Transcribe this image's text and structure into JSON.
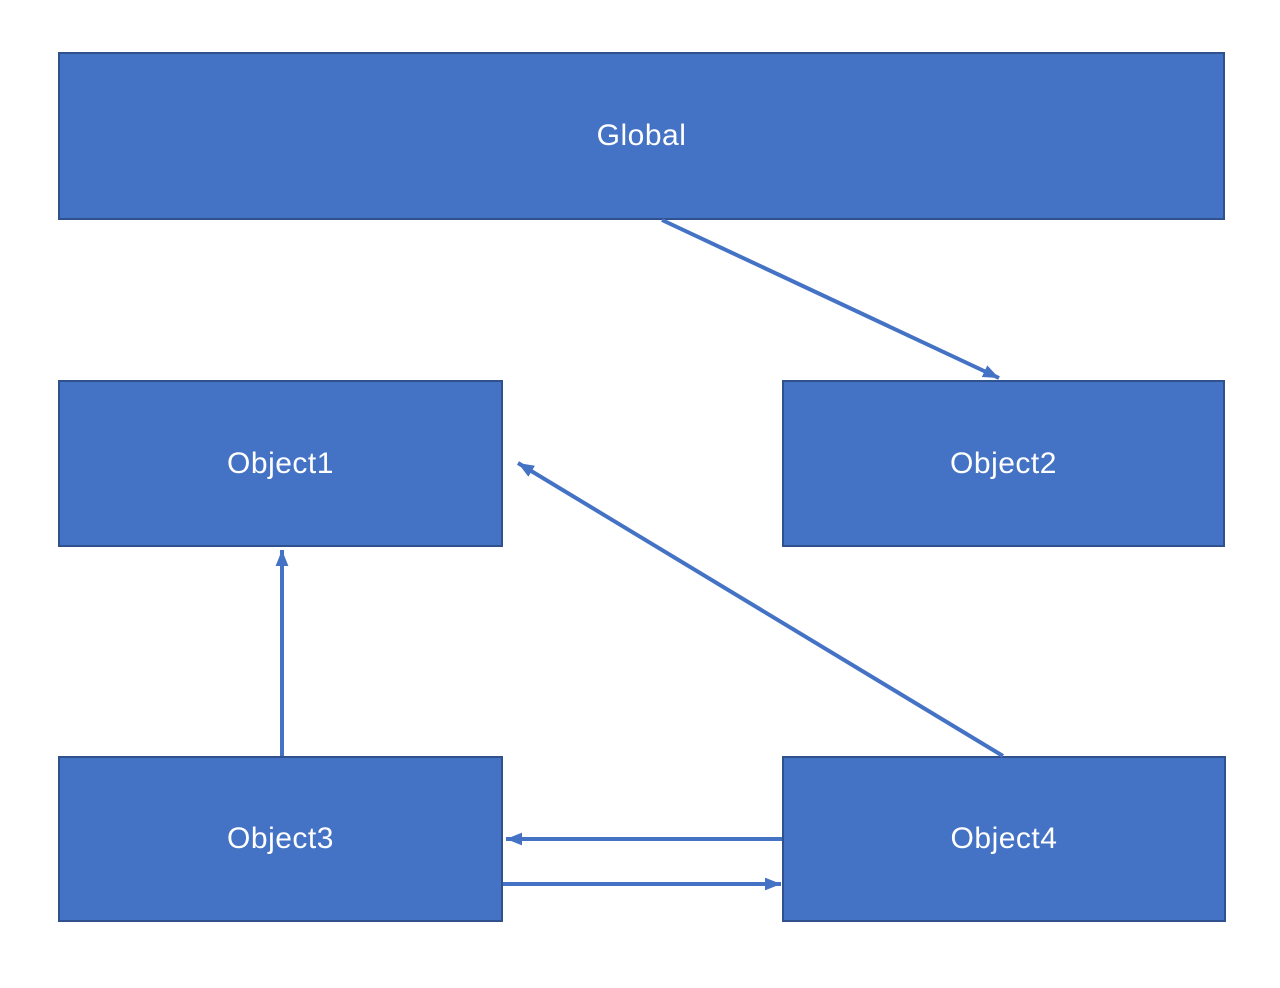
{
  "diagram": {
    "nodes": [
      {
        "id": "global",
        "label": "Global"
      },
      {
        "id": "object1",
        "label": "Object1"
      },
      {
        "id": "object2",
        "label": "Object2"
      },
      {
        "id": "object3",
        "label": "Object3"
      },
      {
        "id": "object4",
        "label": "Object4"
      }
    ],
    "edges": [
      {
        "from": "Global",
        "to": "Object2"
      },
      {
        "from": "Object4",
        "to": "Object1"
      },
      {
        "from": "Object3",
        "to": "Object1"
      },
      {
        "from": "Object4",
        "to": "Object3"
      },
      {
        "from": "Object3",
        "to": "Object4"
      }
    ],
    "colors": {
      "node_fill": "#4472C4",
      "node_border": "#2F528F",
      "arrow": "#4472C4",
      "text": "#FFFFFF",
      "background": "#FFFFFF"
    }
  }
}
